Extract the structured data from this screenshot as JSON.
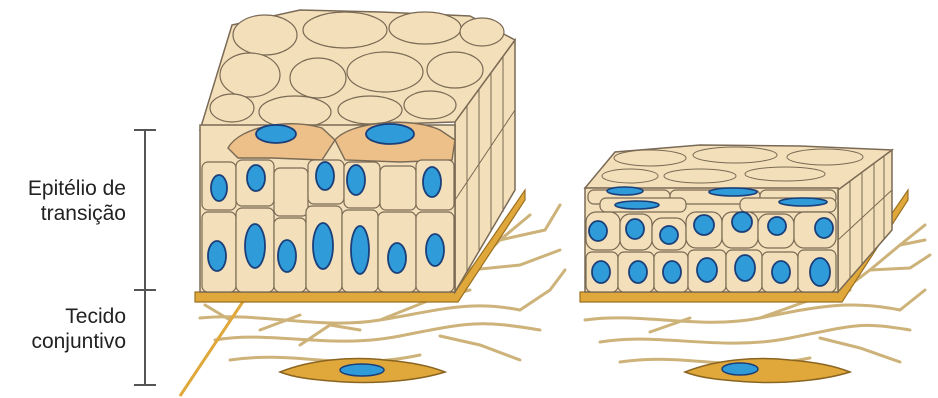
{
  "labels": {
    "epithelium": {
      "line1": "Epitélio de",
      "line2": "transição"
    },
    "connective": {
      "line1": "Tecido",
      "line2": "conjuntivo"
    }
  },
  "colors": {
    "cell_fill": "#f3dfb9",
    "cell_stroke": "#7a6a55",
    "umbrella_fill": "#edc08a",
    "nucleus_fill": "#2f9bd8",
    "nucleus_stroke": "#1a3f7a",
    "basement_membrane": "#e0a83a",
    "fiber": "#cdb27a",
    "fibroblast": "#e0a83a",
    "bracket": "#555555"
  }
}
